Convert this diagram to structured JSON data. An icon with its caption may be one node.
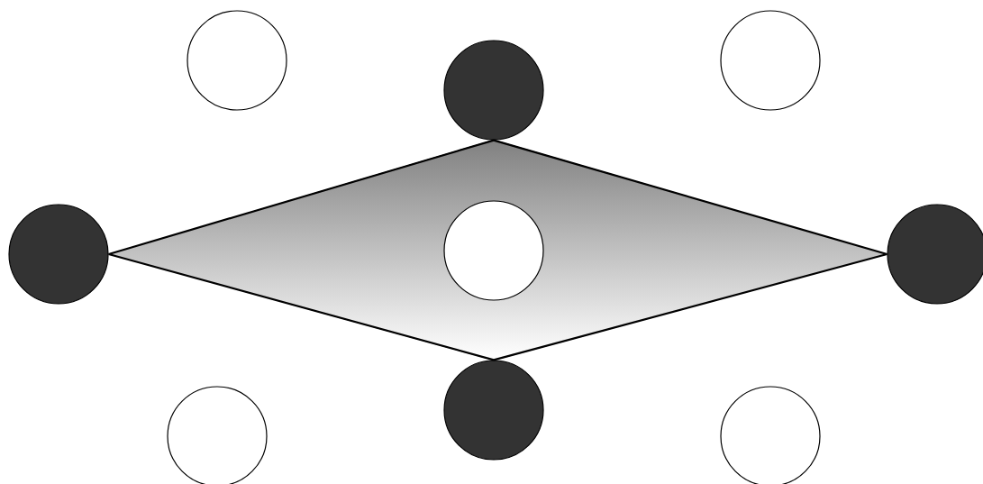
{
  "diagram": {
    "nodes": [
      {
        "text": [],
        "shape": "circle"
      },
      {
        "text": [],
        "shape": "circle"
      },
      {
        "text": [],
        "shape": "circle"
      },
      {
        "text": [],
        "shape": "circle"
      },
      {
        "text": [],
        "shape": "circle"
      },
      {
        "text": [],
        "shape": "circle"
      },
      {
        "text": [],
        "shape": "circle"
      },
      {
        "text": [],
        "shape": "circle"
      },
      {
        "text": [],
        "shape": "circle"
      }
    ],
    "edges": [
      {
        "from": 3,
        "to": 2,
        "arrow": "none"
      },
      {
        "from": 2,
        "to": 5,
        "arrow": "none"
      },
      {
        "from": 5,
        "to": 7,
        "arrow": "none"
      },
      {
        "from": 7,
        "to": 3,
        "arrow": "none"
      }
    ]
  }
}
